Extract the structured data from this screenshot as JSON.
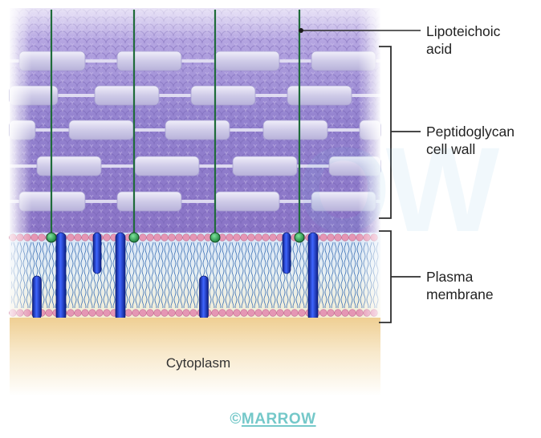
{
  "labels": {
    "lipoteichoic_line1": "Lipoteichoic",
    "lipoteichoic_line2": "acid",
    "peptidoglycan_line1": "Peptidoglycan",
    "peptidoglycan_line2": "cell wall",
    "plasma_line1": "Plasma",
    "plasma_line2": "membrane",
    "cytoplasm": "Cytoplasm"
  },
  "watermark": {
    "prefix": "©",
    "brand": "MARROW",
    "background_text": "OW"
  },
  "colors": {
    "wall_purple": "#8a76c4",
    "wall_light": "#b7a8e0",
    "glycan_strand": "#dcd8ef",
    "lipoteichoic_green": "#1f6b3a",
    "green_node": "#2fae5a",
    "protein_blue": "#1c3fd0",
    "head_pink": "#e49ab4",
    "membrane_bg": "#dbe7f7",
    "cytoplasm_top": "#f2d8a4",
    "bracket": "#333333",
    "watermark": "#74c8c9"
  },
  "icons": [
    "lipoteichoic-acid-strand",
    "membrane-protein",
    "glycan-strand",
    "phospholipid-head"
  ]
}
